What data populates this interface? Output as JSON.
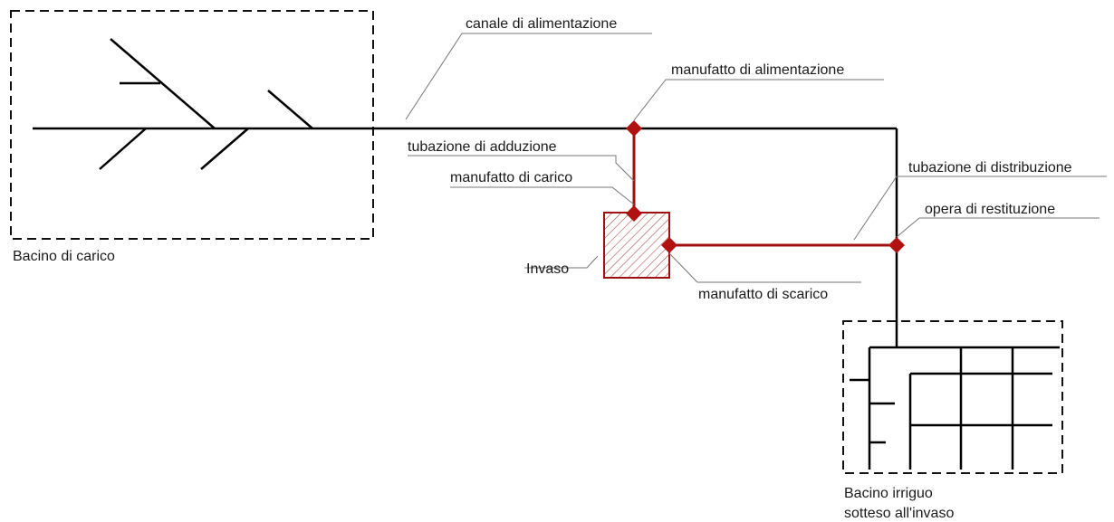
{
  "labels": {
    "canale_alimentazione": "canale di alimentazione",
    "manufatto_alimentazione": "manufatto di alimentazione",
    "tubazione_adduzione": "tubazione di adduzione",
    "manufatto_carico": "manufatto di carico",
    "tubazione_distribuzione": "tubazione di distribuzione",
    "opera_restituzione": "opera di restituzione",
    "invaso": "Invaso",
    "manufatto_scarico": "manufatto di scarico",
    "bacino_carico": "Bacino di carico",
    "bacino_irriguo_line1": "Bacino irriguo",
    "bacino_irriguo_line2": "sotteso all'invaso"
  },
  "colors": {
    "red_network": "#a01010",
    "node_fill": "#b01212",
    "black_network": "#000000",
    "leader": "#777777",
    "hatch": "#b05050"
  }
}
